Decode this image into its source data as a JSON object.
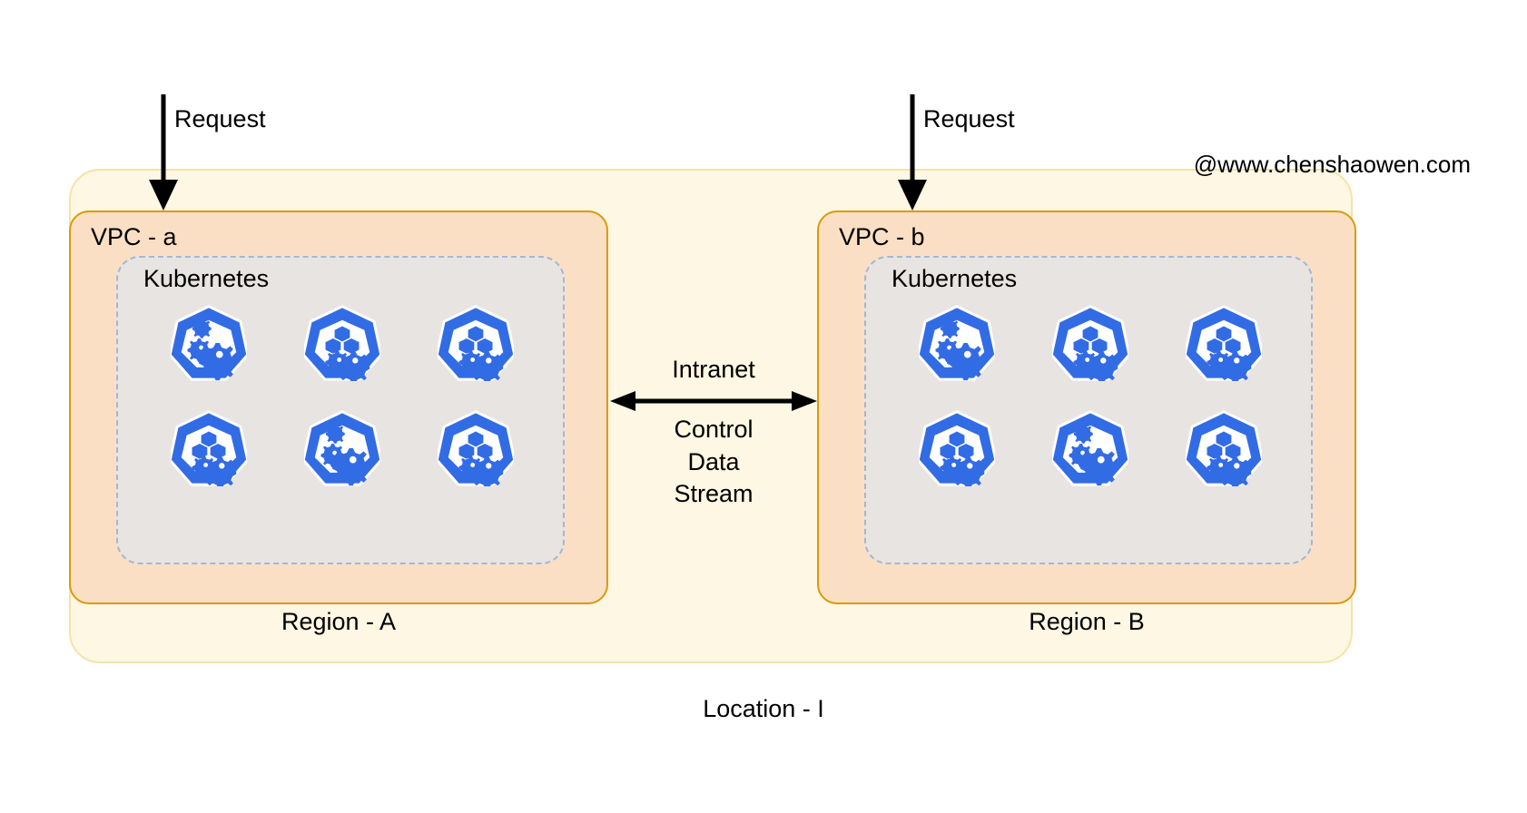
{
  "diagram": {
    "watermark": "@www.chenshaowen.com",
    "location": {
      "label": "Location - I"
    },
    "regions": [
      {
        "id": "region-a",
        "caption": "Region - A",
        "vpc_label": "VPC - a",
        "cluster_label": "Kubernetes",
        "request_label": "Request",
        "nodes": [
          {
            "icon": "kubernetes-node-gears-icon",
            "variant": "gears"
          },
          {
            "icon": "kubernetes-node-cubes-gears-icon",
            "variant": "cubes"
          },
          {
            "icon": "kubernetes-node-cubes-gears-icon",
            "variant": "cubes"
          },
          {
            "icon": "kubernetes-node-cubes-gears-icon",
            "variant": "cubes"
          },
          {
            "icon": "kubernetes-node-gears-icon",
            "variant": "gears"
          },
          {
            "icon": "kubernetes-node-cubes-gears-icon",
            "variant": "cubes"
          }
        ]
      },
      {
        "id": "region-b",
        "caption": "Region - B",
        "vpc_label": "VPC - b",
        "cluster_label": "Kubernetes",
        "request_label": "Request",
        "nodes": [
          {
            "icon": "kubernetes-node-gears-icon",
            "variant": "gears"
          },
          {
            "icon": "kubernetes-node-cubes-gears-icon",
            "variant": "cubes"
          },
          {
            "icon": "kubernetes-node-cubes-gears-icon",
            "variant": "cubes"
          },
          {
            "icon": "kubernetes-node-cubes-gears-icon",
            "variant": "cubes"
          },
          {
            "icon": "kubernetes-node-gears-icon",
            "variant": "gears"
          },
          {
            "icon": "kubernetes-node-cubes-gears-icon",
            "variant": "cubes"
          }
        ]
      }
    ],
    "link": {
      "top_label": "Intranet",
      "bottom_label": "Control\nData\nStream",
      "direction": "bidirectional"
    },
    "colors": {
      "location_fill": "#FDF7E3",
      "location_stroke": "#F3E3A8",
      "vpc_fill": "#FBDFC4",
      "vpc_stroke": "#D79B0B",
      "cluster_fill": "#E8E4E1",
      "cluster_stroke": "#A8B6CC",
      "node_blue": "#326CE5",
      "arrow_black": "#000000",
      "text": "#000000"
    }
  }
}
